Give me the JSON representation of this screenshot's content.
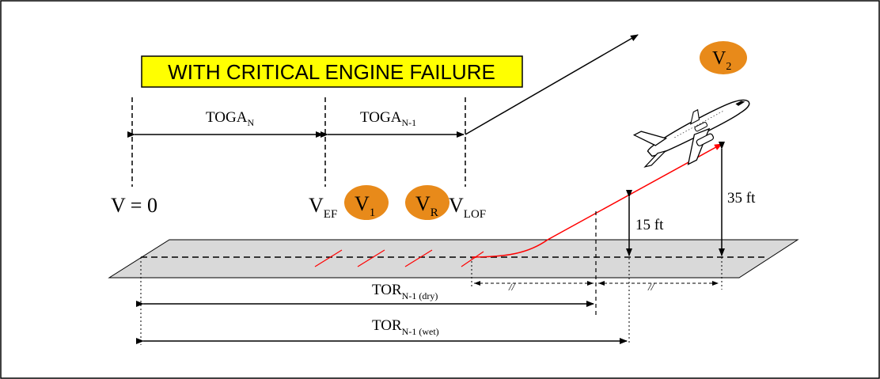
{
  "banner": {
    "text": "WITH CRITICAL ENGINE FAILURE"
  },
  "colors": {
    "banner_fill": "#ffff00",
    "badge_fill": "#e88a1a",
    "flight_path": "#ff0000",
    "runway_fill": "#d9d9d9"
  },
  "segments": {
    "toga_n": {
      "base": "TOGA",
      "sub": "N"
    },
    "toga_n1": {
      "base": "TOGA",
      "sub": "N-1"
    }
  },
  "speeds": {
    "v0": "V = 0",
    "vef": {
      "base": "V",
      "sub": "EF"
    },
    "v1": {
      "base": "V",
      "sub": "1"
    },
    "vr": {
      "base": "V",
      "sub": "R"
    },
    "vlof": {
      "base": "V",
      "sub": "LOF"
    },
    "v2": {
      "base": "V",
      "sub": "2"
    }
  },
  "heights": {
    "h15": "15 ft",
    "h35": "35 ft"
  },
  "distances": {
    "tor_dry": {
      "base": "TOR",
      "sub": "N-1 (dry)"
    },
    "tor_wet": {
      "base": "TOR",
      "sub": "N-1 (wet)"
    },
    "slash_mark": "//"
  },
  "icons": {
    "aircraft": "aircraft-icon"
  }
}
